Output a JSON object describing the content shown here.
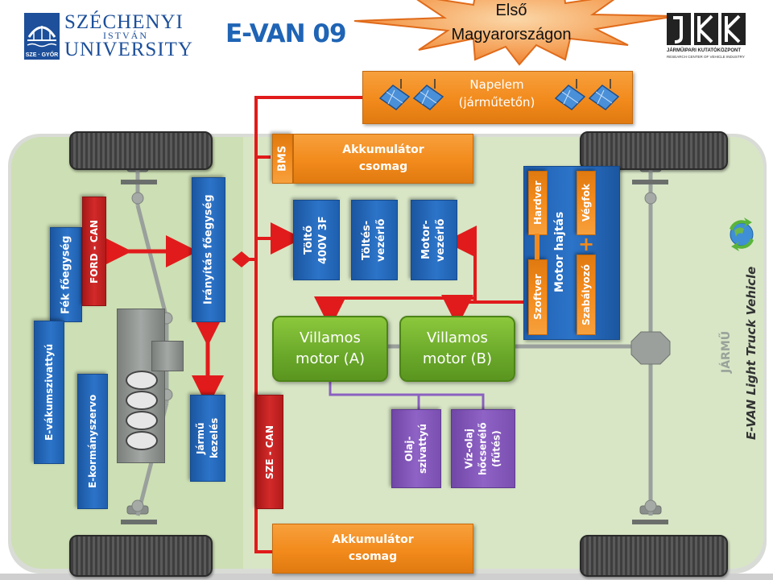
{
  "header": {
    "logo_name": "SZÉCHENYI",
    "logo_istvan": "ISTVÁN",
    "logo_university": "UNIVERSITY",
    "logo_badge": "SZE · GYŐR",
    "title": "E-VAN 09",
    "burst_text": "Első\nMagyarországon",
    "jkk_name": "JÁRMŰIPARI KUTATÓKÖZPONT",
    "jkk_sub": "RESEARCH CENTER OF VEHICLE INDUSTRY"
  },
  "blocks": {
    "napelem": "Napelem\n(járműtetőn)",
    "bms": "BMS",
    "akk_top": "Akkumulátor\ncsomag",
    "akk_bottom": "Akkumulátor\ncsomag",
    "tolto": "Töltő\n400V 3F",
    "toltes_vezerlo": "Töltés-\nvezérlő",
    "motor_vezerlo": "Motor-\nvezérlő",
    "hardver": "Hardver",
    "motor_hajtas": "Motor hajtás",
    "vegfok": "Végfok",
    "szoftver": "Szoftver",
    "szabalyozo": "Szabályozó",
    "villamos_a": "Villamos\nmotor (A)",
    "villamos_b": "Villamos\nmotor (B)",
    "fek": "Fék főegység",
    "ford_can": "FORD - CAN",
    "iranyitas": "Irányítás főegység",
    "e_vakum": "E-vákumszivattyú",
    "e_kormany": "E-kormányszervo",
    "jarmu_kezeles": "Jármű\nkezelés",
    "sze_can": "SZE - CAN",
    "olaj": "Olaj-\nszivattyú",
    "viz_olaj": "Víz-olaj\nhőcserélő\n(fűtés)",
    "jarmu_label": "JÁRMŰ",
    "light_truck": "E-VAN Light Truck Vehicle"
  },
  "colors": {
    "blue": "#2066b8",
    "red": "#c62222",
    "orange": "#f28a1c",
    "green": "#6aa82a",
    "purple": "#8058b5",
    "title_blue": "#1f64b5"
  }
}
